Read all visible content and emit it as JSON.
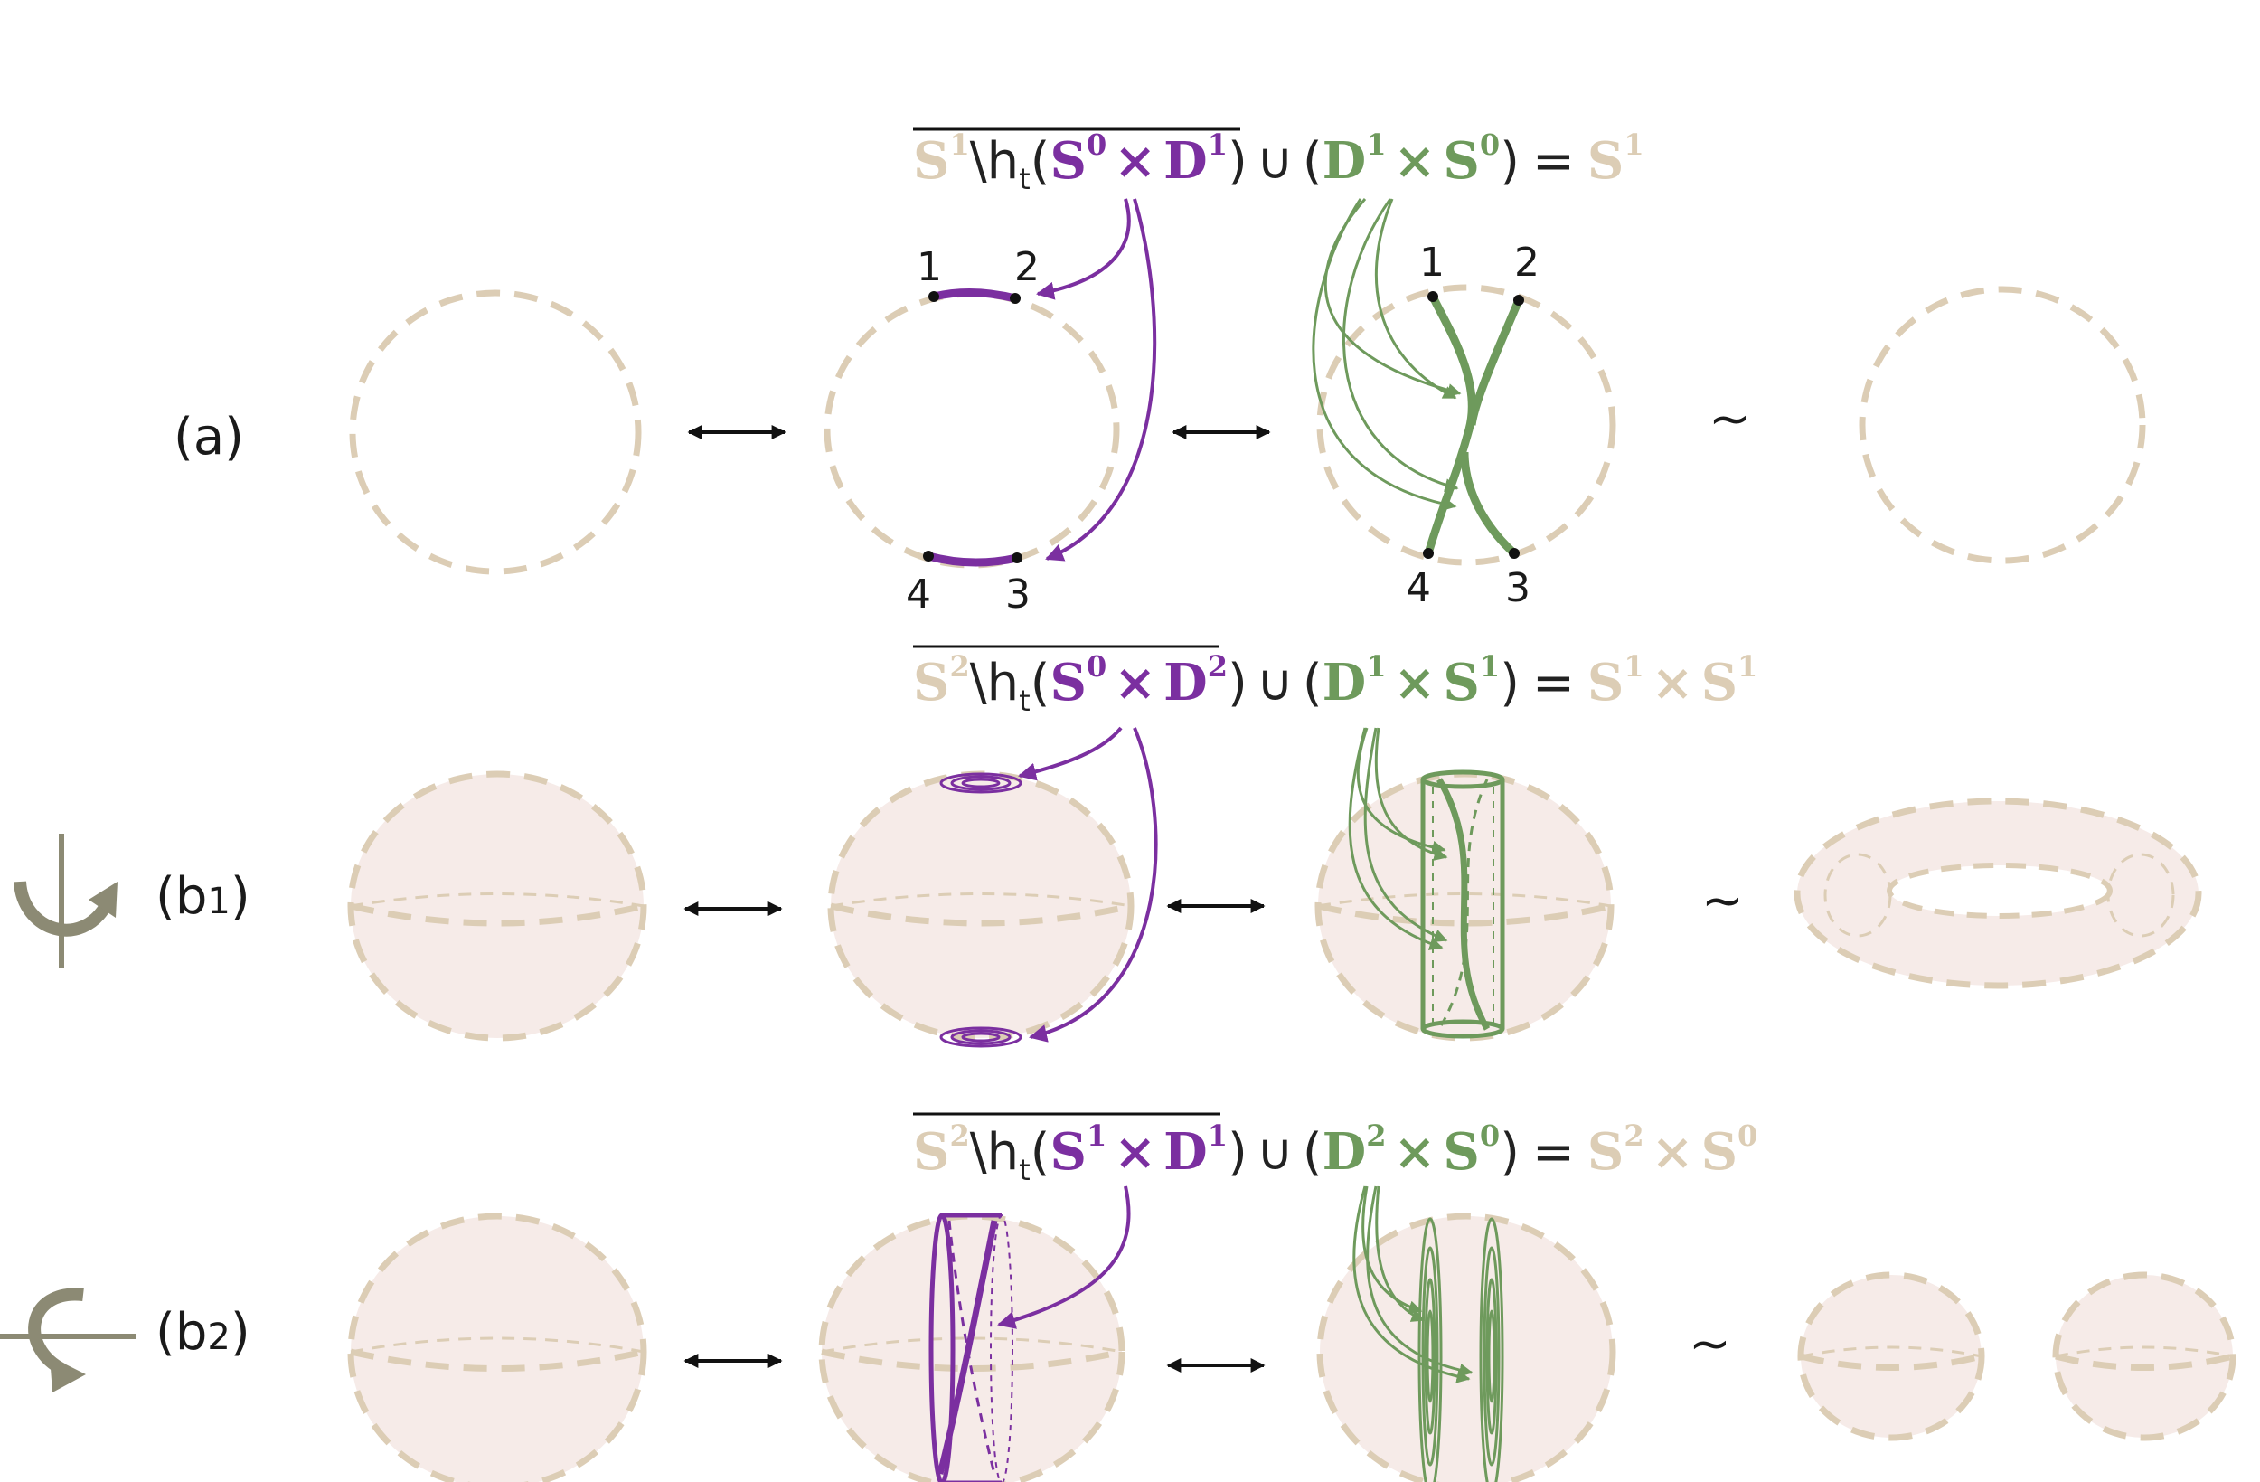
{
  "colors": {
    "manifold": "#dccdb5",
    "surgery_removed": "#7b2fa0",
    "surgery_added": "#6e9a5c",
    "ball_fill": "#f6ebe8",
    "text": "#1a1a1a",
    "axis_icon": "#8c8a74"
  },
  "rows": [
    {
      "label": "(a)",
      "equation": {
        "base": "S",
        "base_exp": "1",
        "ht": "\\h",
        "ht_sub": "t",
        "removed": [
          "S",
          "0",
          "×",
          "D",
          "1"
        ],
        "union": "∪",
        "added": [
          "D",
          "1",
          "×",
          "S",
          "0"
        ],
        "equals": "=",
        "result": [
          "S",
          "1"
        ]
      },
      "point_labels": {
        "left": [
          "1",
          "2",
          "4",
          "3"
        ],
        "right": [
          "1",
          "2",
          "4",
          "3"
        ]
      },
      "equiv_symbol": "~"
    },
    {
      "label_main": "(b",
      "label_sub": "1",
      "label_close": ")",
      "icon": "rotate-around-vertical-axis-icon",
      "equation": {
        "base": "S",
        "base_exp": "2",
        "ht": "\\h",
        "ht_sub": "t",
        "removed": [
          "S",
          "0",
          "×",
          "D",
          "2"
        ],
        "union": "∪",
        "added": [
          "D",
          "1",
          "×",
          "S",
          "1"
        ],
        "equals": "=",
        "result": [
          "S",
          "1",
          "×",
          "S",
          "1"
        ]
      },
      "equiv_symbol": "~"
    },
    {
      "label_main": "(b",
      "label_sub": "2",
      "label_close": ")",
      "icon": "rotate-around-horizontal-axis-icon",
      "equation": {
        "base": "S",
        "base_exp": "2",
        "ht": "\\h",
        "ht_sub": "t",
        "removed": [
          "S",
          "1",
          "×",
          "D",
          "1"
        ],
        "union": "∪",
        "added": [
          "D",
          "2",
          "×",
          "S",
          "0"
        ],
        "equals": "=",
        "result": [
          "S",
          "2",
          "×",
          "S",
          "0"
        ]
      },
      "equiv_symbol": "~"
    }
  ]
}
